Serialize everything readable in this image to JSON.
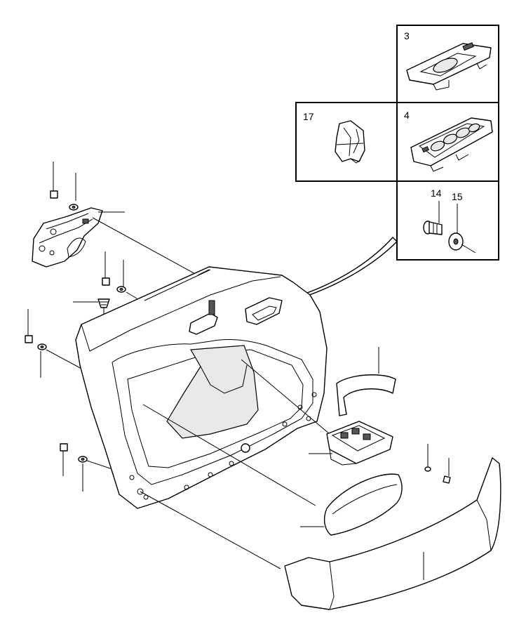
{
  "callouts": {
    "box_window_switch_single": "3",
    "box_clip": "17",
    "box_window_switch_panel": "4",
    "box_screw": "14",
    "box_washer": "15"
  }
}
